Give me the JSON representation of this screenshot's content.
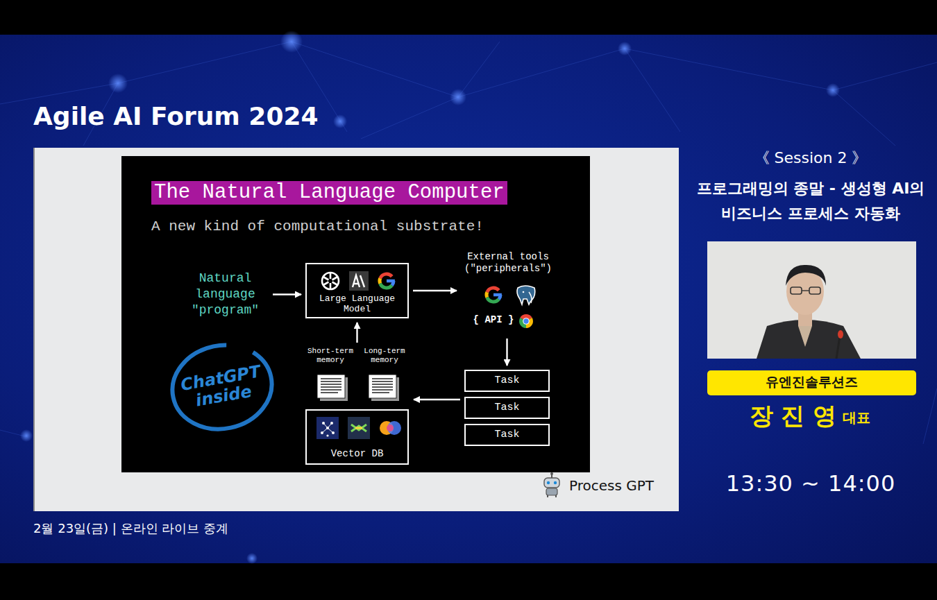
{
  "diagram": {
    "title": "The Natural Language Computer",
    "nodes": [
      {
        "text": [
          "Natural language \"program\""
        ]
      },
      {
        "text": [
          "Large Language Model"
        ]
      },
      {
        "text": [
          "External tools (\"peripherals\")",
          "{ API }"
        ]
      },
      {
        "text": [
          "Short-term memory",
          "Long-term memory"
        ]
      },
      {
        "text": [
          "Task"
        ]
      },
      {
        "text": [
          "Task"
        ]
      },
      {
        "text": [
          "Task"
        ]
      },
      {
        "text": [
          "Vector DB"
        ]
      },
      {
        "text": [
          "유엔진솔루션즈"
        ]
      }
    ],
    "edges": [
      {
        "from": 0,
        "to": 1,
        "arrow": "to"
      },
      {
        "from": 1,
        "to": 2,
        "arrow": "to"
      },
      {
        "from": 2,
        "to": 4,
        "arrow": "to"
      },
      {
        "from": 5,
        "to": 3,
        "arrow": "to"
      },
      {
        "from": 3,
        "to": 1,
        "arrow": "to"
      }
    ],
    "labels": [
      "Agile AI Forum 2024",
      "A new kind of computational substrate!",
      "ChatGPT inside",
      "Process GPT",
      "《 Session 2 》",
      "프로그래밍의 종말 - 생성형 AI의 비즈니스 프로세스 자동화",
      "장 진 영",
      "대표",
      "13:30 ~ 14:00",
      "2월 23일(금) | 온라인 라이브 중계"
    ]
  }
}
